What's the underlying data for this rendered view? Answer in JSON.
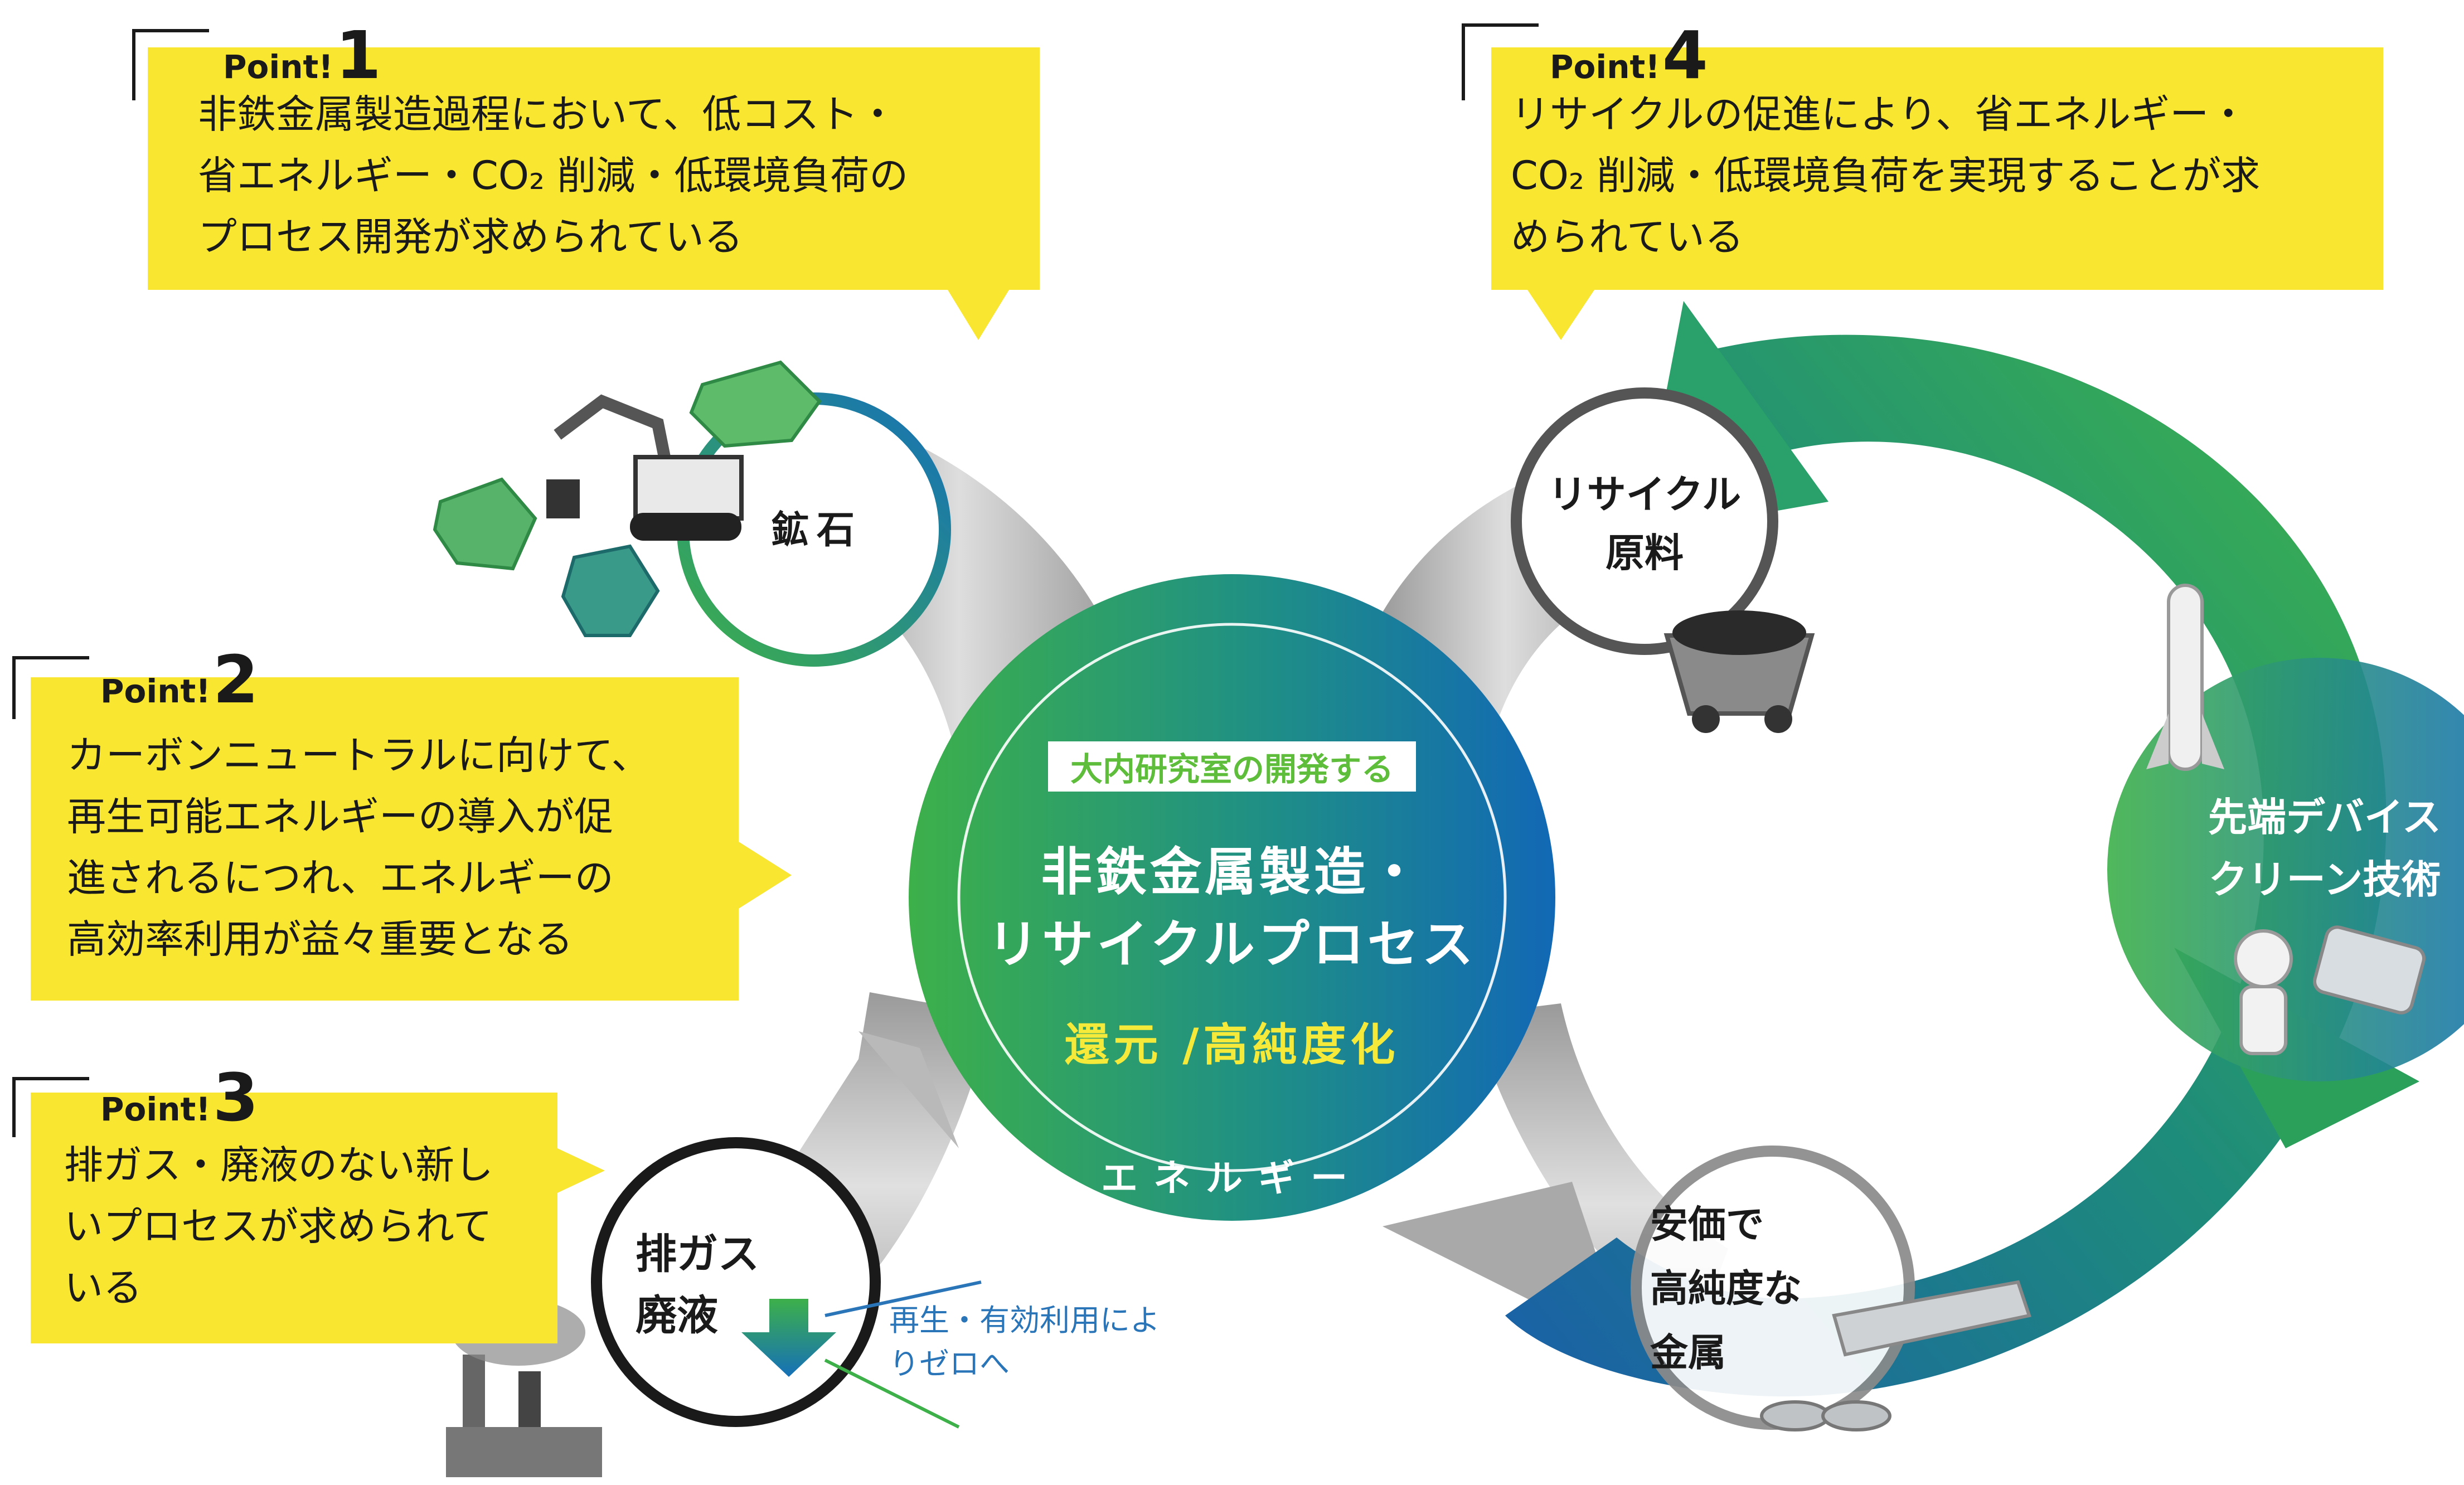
{
  "points": [
    {
      "label": "Point!",
      "number": "1",
      "lines": [
        "非鉄金属製造過程において、低コスト・",
        "省エネルギー・CO₂ 削減・低環境負荷の",
        "プロセス開発が求められている"
      ]
    },
    {
      "label": "Point!",
      "number": "2",
      "lines": [
        "カーボンニュートラルに向けて、",
        "再生可能エネルギーの導入が促",
        "進されるにつれ、エネルギーの",
        "高効率利用が益々重要となる"
      ]
    },
    {
      "label": "Point!",
      "number": "3",
      "lines": [
        "排ガス・廃液のない新し",
        "いプロセスが求められて",
        "いる"
      ]
    },
    {
      "label": "Point!",
      "number": "4",
      "lines": [
        "リサイクルの促進により、省エネルギー・",
        "CO₂ 削減・低環境負荷を実現することが求",
        "められている"
      ]
    }
  ],
  "center": {
    "tag": "大内研究室の開発する",
    "title_line1": "非鉄金属製造・",
    "title_line2": "リサイクルプロセス",
    "subtitle": "還元 /高純度化",
    "arc_label": "エネルギー"
  },
  "nodes": {
    "ore": "鉱石",
    "recycle_line1": "リサイクル",
    "recycle_line2": "原料",
    "gas_line1": "排ガス",
    "gas_line2": "廃液",
    "device_line1": "先端デバイス",
    "device_line2": "クリーン技術",
    "metal_line1": "安価で",
    "metal_line2": "高純度な",
    "metal_line3": "金属"
  },
  "zero_note": [
    "再生・有効利用によ",
    "りゼロへ"
  ],
  "colors": {
    "callout": "#f8e630",
    "green": "#3db04a",
    "blue": "#1670b8",
    "tag_green": "#5fbd3c",
    "yellow_text": "#f5ea3a",
    "note_blue": "#2a74b8"
  }
}
